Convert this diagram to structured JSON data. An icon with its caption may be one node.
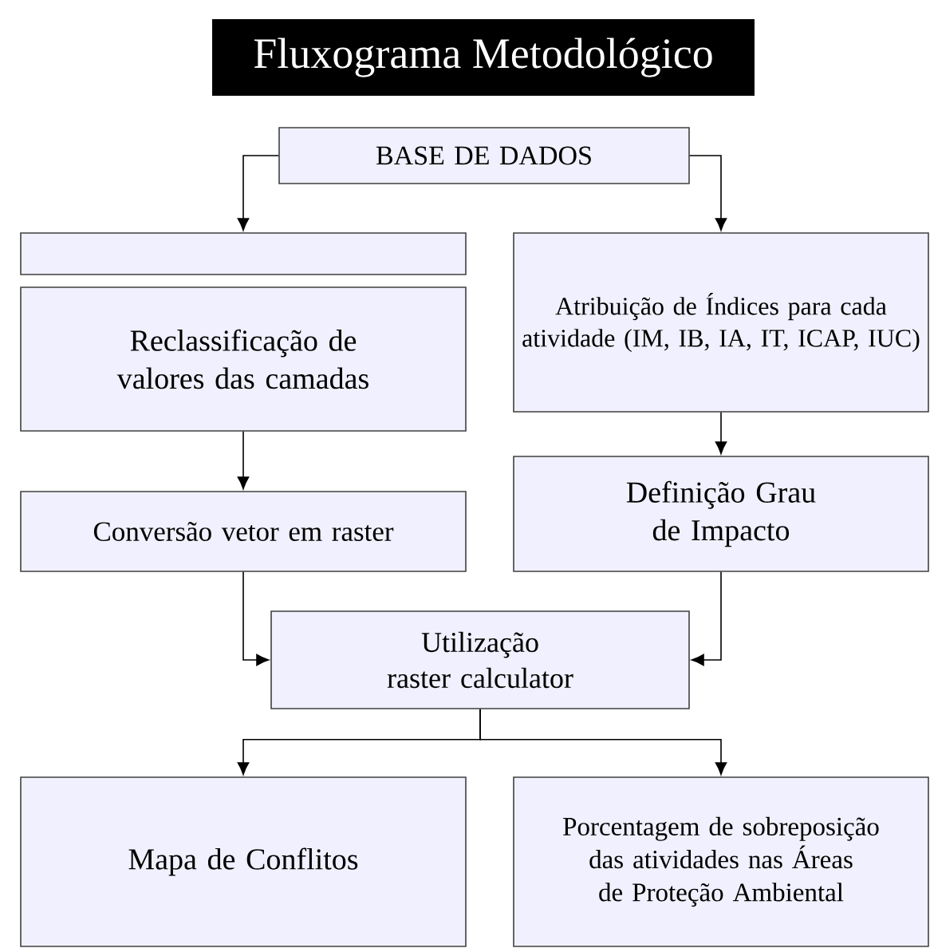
{
  "diagram": {
    "title": "Fluxograma Metodológico",
    "nodes": [
      {
        "text": [
          "BASE DE DADOS"
        ]
      },
      {
        "text": [],
        "shape": "box"
      },
      {
        "text": [
          "Atribuição de Índices para cada atividade (IM, IB, IA, IT, ICAP, IUC)"
        ]
      },
      {
        "text": [
          "Reclassificação de valores das camadas"
        ]
      },
      {
        "text": [
          "Conversão vetor em raster"
        ]
      },
      {
        "text": [
          "Definição Grau de Impacto"
        ]
      },
      {
        "text": [
          "Utilização raster calculator"
        ]
      },
      {
        "text": [
          "Mapa de Conflitos"
        ]
      },
      {
        "text": [
          "Porcentagem de sobreposição das atividades nas Áreas de Proteção Ambiental"
        ]
      }
    ],
    "edges": [
      {
        "from": 0,
        "to": 1,
        "arrow": "to"
      },
      {
        "from": 0,
        "to": 2,
        "arrow": "to"
      },
      {
        "from": 3,
        "to": 4,
        "arrow": "to"
      },
      {
        "from": 2,
        "to": 5,
        "arrow": "to"
      },
      {
        "from": 4,
        "to": 6,
        "arrow": "to"
      },
      {
        "from": 5,
        "to": 6,
        "arrow": "to"
      },
      {
        "from": 6,
        "to": 7,
        "arrow": "to"
      },
      {
        "from": 6,
        "to": 8,
        "arrow": "to"
      }
    ]
  }
}
